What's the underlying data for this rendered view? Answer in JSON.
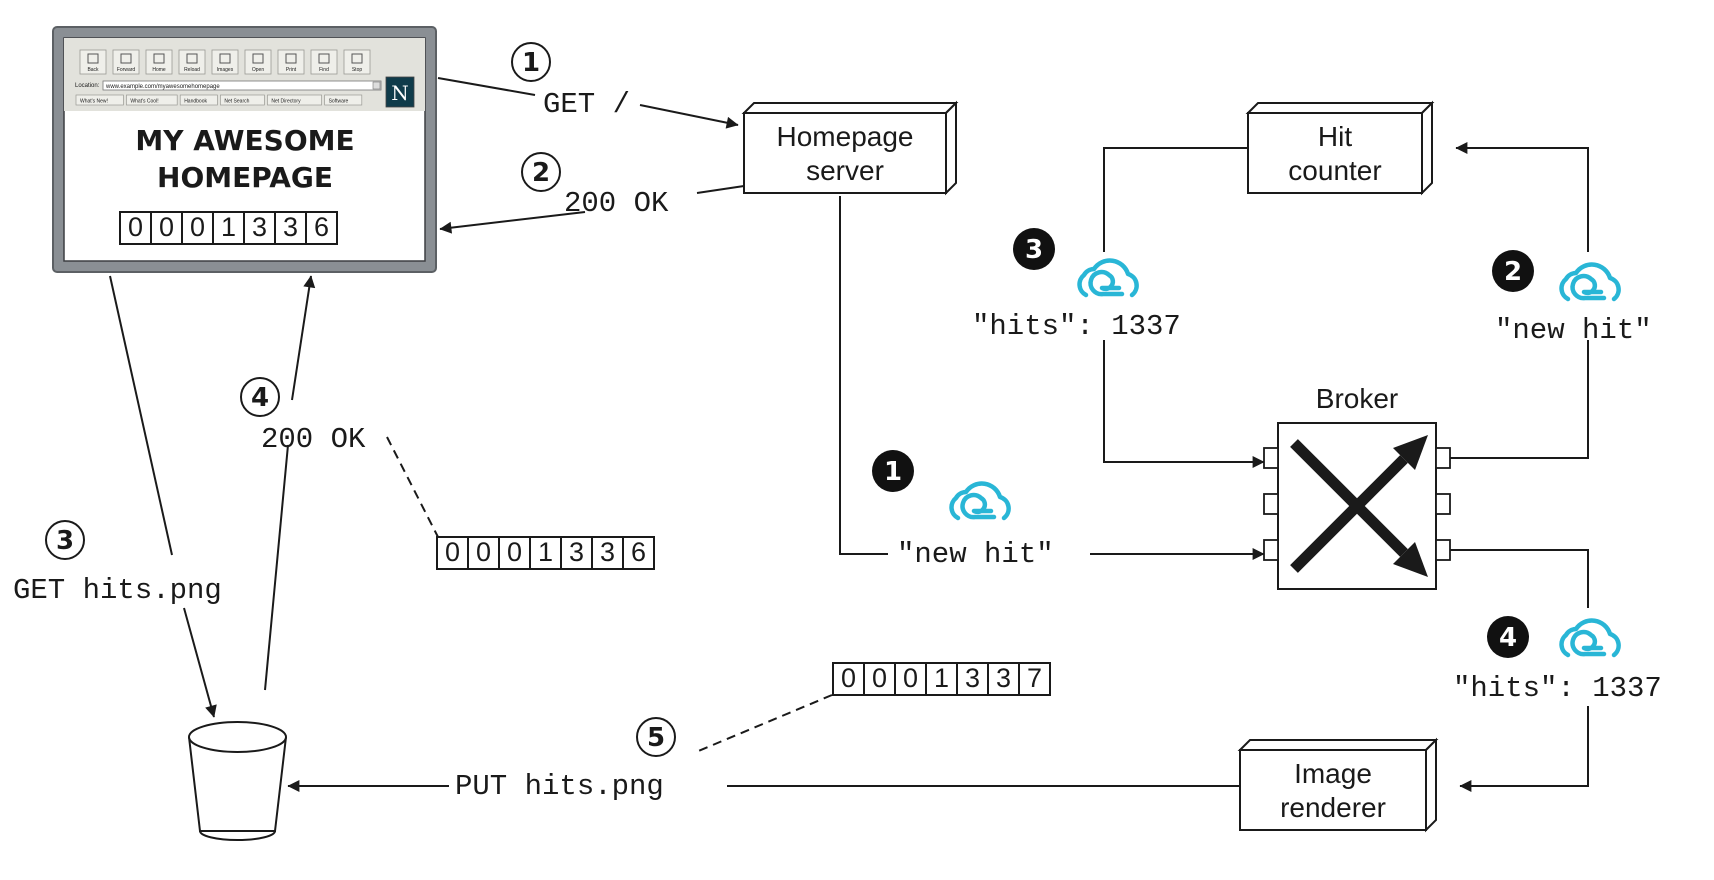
{
  "browser": {
    "location_label": "Location:",
    "url": "www.example.com/myawesomehomepage",
    "toolbar_buttons": [
      "Back",
      "Forward",
      "Home",
      "Reload",
      "Images",
      "Open",
      "Print",
      "Find",
      "Stop"
    ],
    "bookmarks": [
      "What's New!",
      "What's Cool!",
      "Handbook",
      "Net Search",
      "Net Directory",
      "Software"
    ],
    "logo_letter": "N",
    "page_title_line1": "MY AWESOME",
    "page_title_line2": "HOMEPAGE",
    "counter_digits": [
      "0",
      "0",
      "0",
      "1",
      "3",
      "3",
      "6"
    ]
  },
  "left_flow": {
    "step1": {
      "number": "1",
      "label": "GET /"
    },
    "step2": {
      "number": "2",
      "label": "200 OK"
    },
    "step3": {
      "number": "3",
      "label": "GET hits.png"
    },
    "step4": {
      "number": "4",
      "label": "200 OK"
    },
    "step5": {
      "number": "5",
      "label": "PUT hits.png"
    },
    "counter_old_digits": [
      "0",
      "0",
      "0",
      "1",
      "3",
      "3",
      "6"
    ],
    "counter_new_digits": [
      "0",
      "0",
      "0",
      "1",
      "3",
      "3",
      "7"
    ]
  },
  "nodes": {
    "homepage_server": [
      "Homepage",
      "server"
    ],
    "hit_counter": [
      "Hit",
      "counter"
    ],
    "broker": "Broker",
    "image_renderer": [
      "Image",
      "renderer"
    ]
  },
  "messages": {
    "m1": {
      "number": "1",
      "label": "\"new hit\""
    },
    "m2": {
      "number": "2",
      "label": "\"new hit\""
    },
    "m3": {
      "number": "3",
      "label": "\"hits\": 1337"
    },
    "m4": {
      "number": "4",
      "label": "\"hits\": 1337"
    }
  },
  "colors": {
    "line": "#1a1a1a",
    "cloud": "#29b6d6",
    "browser_frame": "#8a8f94",
    "badge_fill": "#111111"
  },
  "icons": {
    "cloud": "cloud-event-icon",
    "bucket": "storage-bucket-icon",
    "broker_arrows": "crossed-arrows-icon"
  }
}
